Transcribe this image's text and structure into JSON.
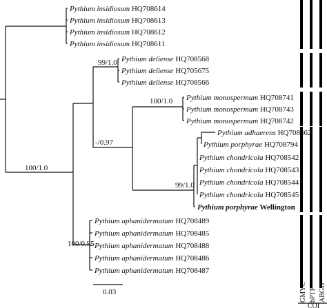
{
  "taxa": [
    {
      "species": "Pythium insidiosum",
      "accession": "HQ708614",
      "bold": false
    },
    {
      "species": "Pythium insidiosum",
      "accession": "HQ708613",
      "bold": false
    },
    {
      "species": "Pythium insidiosum",
      "accession": "HQ708612",
      "bold": false
    },
    {
      "species": "Pythium insidiosum",
      "accession": "HQ708611",
      "bold": false
    },
    {
      "species": "Pythium deliense",
      "accession": "HQ708568",
      "bold": false
    },
    {
      "species": "Pythium deliense",
      "accession": "HQ705675",
      "bold": false
    },
    {
      "species": "Pythium deliense",
      "accession": "HQ708566",
      "bold": false
    },
    {
      "species": "Pythium monospermum",
      "accession": "HQ708741",
      "bold": false
    },
    {
      "species": "Pythium monospermum",
      "accession": "HQ708743",
      "bold": false
    },
    {
      "species": "Pythium monospermum",
      "accession": "HQ708742",
      "bold": false
    },
    {
      "species": "Pythium adhaerens",
      "accession": "HQ708462",
      "bold": false
    },
    {
      "species": "Pythium porphyrae",
      "accession": "HQ708794",
      "bold": false
    },
    {
      "species": "Pythium chondricola",
      "accession": "HQ708542",
      "bold": false
    },
    {
      "species": "Pythium chondricola",
      "accession": "HQ708543",
      "bold": false
    },
    {
      "species": "Pythium chondricola",
      "accession": "HQ708544",
      "bold": false
    },
    {
      "species": "Pythium chondricola",
      "accession": "HQ708545",
      "bold": false
    },
    {
      "species": "Pythium porphyrae",
      "accession": "Wellington",
      "bold": true
    },
    {
      "species": "Pythium aphanidermatum",
      "accession": "HQ708489",
      "bold": false
    },
    {
      "species": "Pythium aphanidermatum",
      "accession": "HQ708485",
      "bold": false
    },
    {
      "species": "Pythium aphanidermatum",
      "accession": "HQ708488",
      "bold": false
    },
    {
      "species": "Pythium aphanidermatum",
      "accession": "HQ708486",
      "bold": false
    },
    {
      "species": "Pythium aphanidermatum",
      "accession": "HQ708487",
      "bold": false
    }
  ],
  "supports": {
    "insidiosum": "",
    "deliense": "99/1.0",
    "monospermum": "100/1.0",
    "deliense_group": "-/0.97",
    "porphyrae_clade": "99/1.0",
    "aphanidermatum": "100/0.95",
    "root": "100/1.0"
  },
  "scale_bar": {
    "label": "0.03"
  },
  "species_delimitation": {
    "methods": [
      "GMYC",
      "bPTP",
      "ABGD"
    ],
    "group_label": "COI"
  }
}
